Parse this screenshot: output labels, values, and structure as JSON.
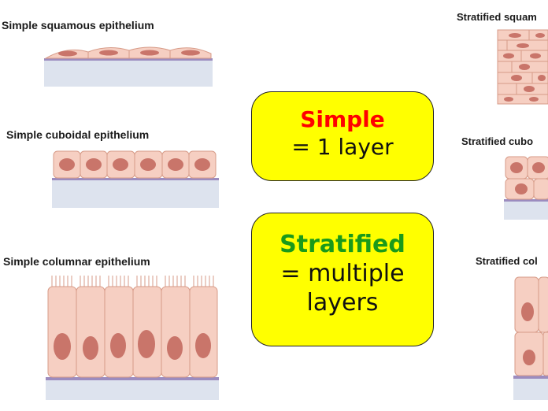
{
  "labels": {
    "simple_squamous": "Simple squamous epithelium",
    "simple_cuboidal": "Simple cuboidal epithelium",
    "simple_columnar": "Simple columnar epithelium",
    "stratified_squamous": "Stratified squam",
    "stratified_cuboidal": "Stratified cubo",
    "stratified_columnar": "Stratified col"
  },
  "boxes": {
    "simple": {
      "title": "Simple",
      "text": "= 1 layer",
      "title_color": "#ff0000"
    },
    "stratified": {
      "title": "Stratified",
      "line1": "= multiple",
      "line2": "layers",
      "title_color": "#1a9a1a"
    }
  },
  "colors": {
    "cell_fill": "#f6cfc2",
    "cell_stroke": "#d79b88",
    "nucleus": "#c9756a",
    "basement": "#9c8cbf",
    "tissue_below": "#dde3ee"
  }
}
